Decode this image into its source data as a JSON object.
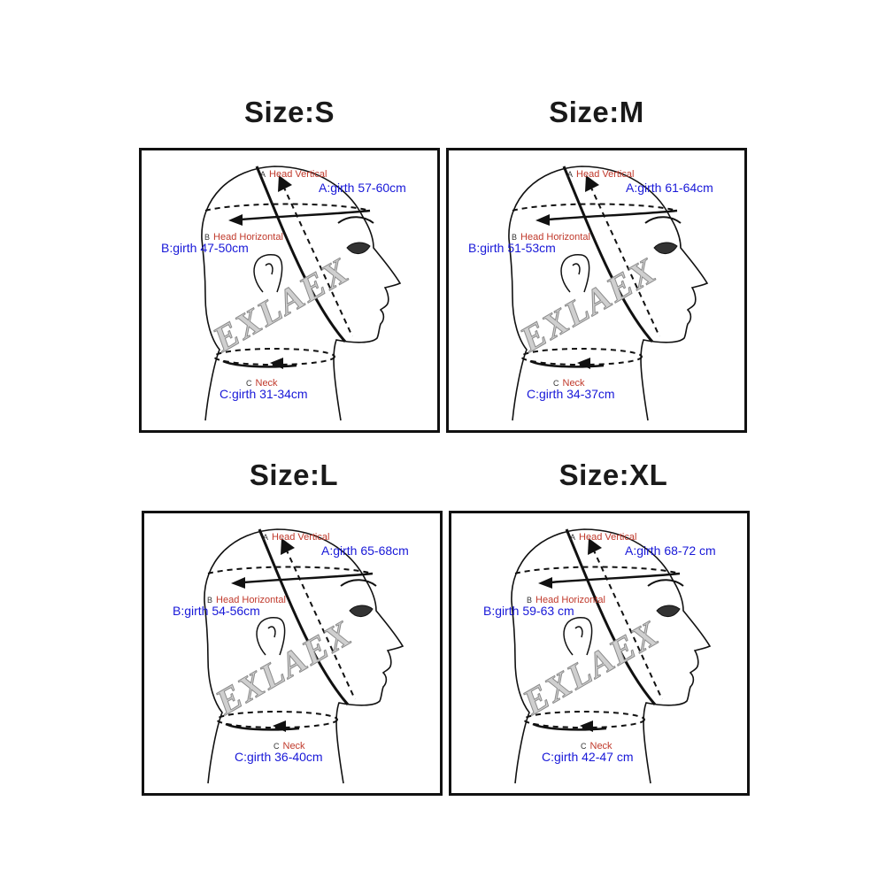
{
  "labels": {
    "head_vertical": "Head Vertical",
    "head_horizontal": "Head Horizontal",
    "neck": "Neck",
    "letter_a": "A",
    "letter_b": "B",
    "letter_c": "C"
  },
  "watermark": "EXLAEX",
  "colors": {
    "measure_text": "#1818d8",
    "label_text": "#c0392b",
    "outline": "#111111"
  },
  "sizes": [
    {
      "title": "Size:S",
      "vertical": "A:girth 57-60cm",
      "horizontal": "B:girth 47-50cm",
      "neck": "C:girth 31-34cm"
    },
    {
      "title": "Size:M",
      "vertical": "A:girth 61-64cm",
      "horizontal": "B:girth 51-53cm",
      "neck": "C:girth 34-37cm"
    },
    {
      "title": "Size:L",
      "vertical": "A:girth 65-68cm",
      "horizontal": "B:girth 54-56cm",
      "neck": "C:girth 36-40cm"
    },
    {
      "title": "Size:XL",
      "vertical": "A:girth  68-72 cm",
      "horizontal": "B:girth 59-63 cm",
      "neck": "C:girth 42-47 cm"
    }
  ]
}
